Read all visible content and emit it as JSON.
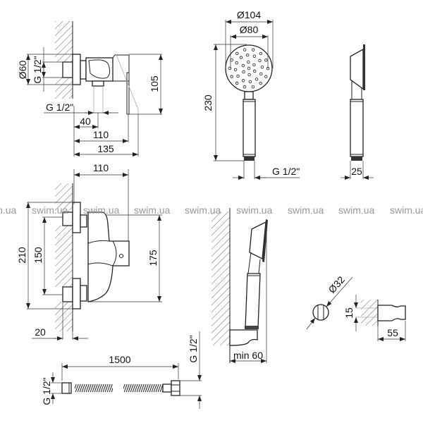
{
  "watermark": "swim.ua",
  "mixer_side": {
    "d60": "Ø60",
    "g_inlet": "G 1/2\"",
    "h105": "105",
    "g_outlet": "G 1/2\"",
    "d40": "40",
    "d110": "110",
    "d135": "135"
  },
  "handshower_front": {
    "d104": "Ø104",
    "d80": "Ø80",
    "h230": "230",
    "g_thread": "G 1/2\""
  },
  "handshower_side": {
    "d25": "25"
  },
  "mixer_front": {
    "w110": "110",
    "h210": "210",
    "h150": "150",
    "h175": "175",
    "d20": "20"
  },
  "hose": {
    "length": "1500",
    "g_left": "G 1/2\"",
    "g_right": "G 1/2\""
  },
  "holder": {
    "min60": "min 60",
    "d32": "Ø32",
    "h15": "15",
    "d55": "55"
  },
  "colors": {
    "line": "#222222",
    "watermark": "#999999"
  }
}
